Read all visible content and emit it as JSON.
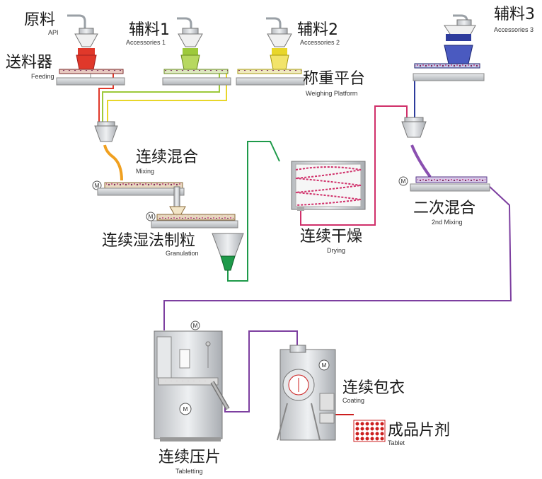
{
  "colors": {
    "api": "#e0382a",
    "acc1": "#9dc93b",
    "acc2": "#e8d62a",
    "acc3": "#2d3b9c",
    "mix": "#f0a020",
    "granule": "#1e9a4a",
    "drying": "#d0306a",
    "mix2": "#8a4fb0",
    "purple": "#7d3fa0",
    "coat": "#cc1f1f"
  },
  "labels": {
    "api_zh": "原料",
    "api_en": "API",
    "feeding_zh": "送料器",
    "feeding_en": "Feeding",
    "acc1_zh": "辅料1",
    "acc1_en": "Accessories 1",
    "acc2_zh": "辅料2",
    "acc2_en": "Accessories 2",
    "acc3_zh": "辅料3",
    "acc3_en": "Accessories 3",
    "weigh_zh": "称重平台",
    "weigh_en": "Weighing Platform",
    "mixing_zh": "连续混合",
    "mixing_en": "Mixing",
    "gran_zh": "连续湿法制粒",
    "gran_en": "Granulation",
    "drying_zh": "连续干燥",
    "drying_en": "Drying",
    "mix2_zh": "二次混合",
    "mix2_en": "2nd Mixing",
    "tablet_zh": "连续压片",
    "tablet_en": "Tabletting",
    "coating_zh": "连续包衣",
    "coating_en": "Coating",
    "product_zh": "成品片剂",
    "product_en": "Tablet",
    "motor": "M"
  }
}
